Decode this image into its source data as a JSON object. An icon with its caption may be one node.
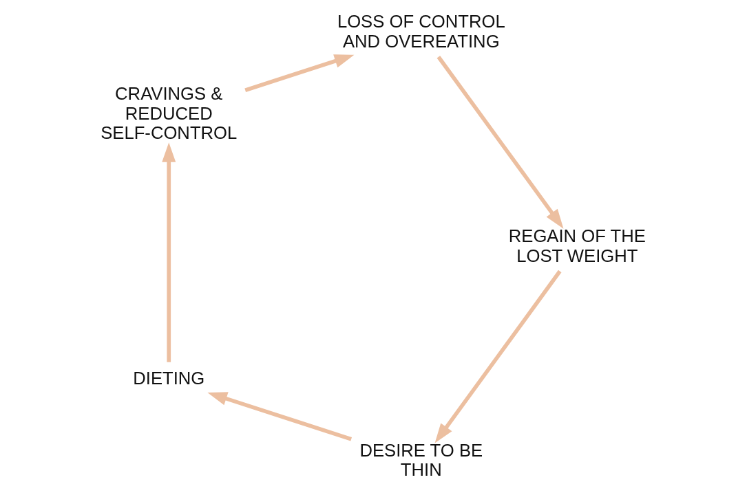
{
  "diagram": {
    "nodes": [
      {
        "text": [
          "DESIRE TO BE THIN"
        ]
      },
      {
        "text": [
          "DIETING"
        ]
      },
      {
        "text": [
          "CRAVINGS & REDUCED SELF-CONTROL"
        ]
      },
      {
        "text": [
          "LOSS OF CONTROL AND OVEREATING"
        ]
      },
      {
        "text": [
          "REGAIN OF THE LOST WEIGHT"
        ]
      }
    ],
    "edges": [
      {
        "from": 0,
        "to": 1,
        "arrow": "to"
      },
      {
        "from": 1,
        "to": 2,
        "arrow": "to"
      },
      {
        "from": 2,
        "to": 3,
        "arrow": "to"
      },
      {
        "from": 3,
        "to": 4,
        "arrow": "to"
      },
      {
        "from": 4,
        "to": 0,
        "arrow": "to"
      }
    ]
  }
}
